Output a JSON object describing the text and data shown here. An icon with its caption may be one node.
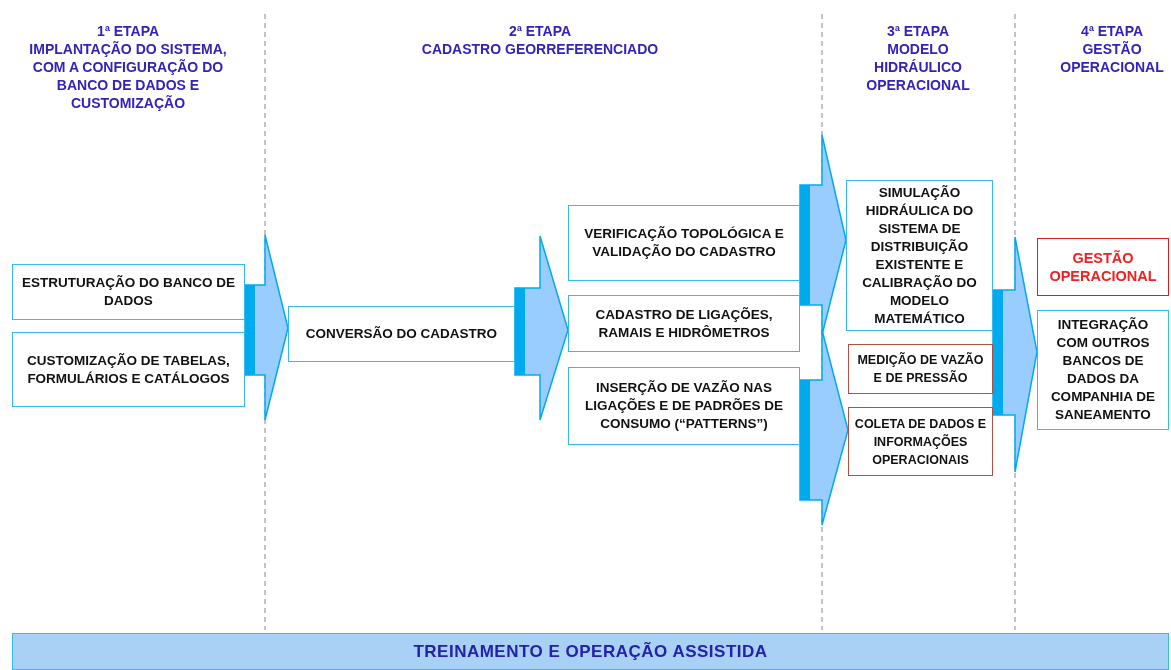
{
  "diagram": {
    "nodes": [
      {
        "text": [
          "ESTRUTURAÇÃO DO BANCO DE DADOS"
        ]
      },
      {
        "text": [
          "CUSTOMIZAÇÃO DE TABELAS, FORMULÁRIOS E CATÁLOGOS"
        ]
      },
      {
        "text": [
          "CONVERSÃO DO CADASTRO"
        ]
      },
      {
        "text": [
          "VERIFICAÇÃO TOPOLÓGICA E VALIDAÇÃO DO CADASTRO"
        ]
      },
      {
        "text": [
          "CADASTRO DE LIGAÇÕES, RAMAIS E HIDRÔMETROS"
        ]
      },
      {
        "text": [
          "INSERÇÃO DE VAZÃO NAS LIGAÇÕES E DE PADRÕES DE CONSUMO (“PATTERNS”)"
        ]
      },
      {
        "text": [
          "SIMULAÇÃO HIDRÁULICA DO SISTEMA DE DISTRIBUIÇÃO EXISTENTE E CALIBRAÇÃO DO MODELO MATEMÁTICO"
        ]
      },
      {
        "text": [
          "MEDIÇÃO DE VAZÃO E DE PRESSÃO"
        ]
      },
      {
        "text": [
          "COLETA DE DADOS E INFORMAÇÕES OPERACIONAIS"
        ]
      },
      {
        "text": [
          "GESTÃO OPERACIONAL"
        ]
      },
      {
        "text": [
          "INTEGRAÇÃO COM OUTROS BANCOS DE DADOS DA COMPANHIA DE SANEAMENTO"
        ]
      },
      {
        "text": [
          "TREINAMENTO E OPERAÇÃO ASSISTIDA"
        ]
      }
    ],
    "edges": [
      {
        "from": 0,
        "to": 2,
        "arrow": "to"
      },
      {
        "from": 1,
        "to": 2,
        "arrow": "to"
      },
      {
        "from": 2,
        "to": 3,
        "arrow": "to"
      },
      {
        "from": 2,
        "to": 4,
        "arrow": "to"
      },
      {
        "from": 2,
        "to": 5,
        "arrow": "to"
      },
      {
        "from": 3,
        "to": 6,
        "arrow": "to"
      },
      {
        "from": 4,
        "to": 6,
        "arrow": "to"
      },
      {
        "from": 5,
        "to": 7,
        "arrow": "to"
      },
      {
        "from": 5,
        "to": 8,
        "arrow": "to"
      },
      {
        "from": 6,
        "to": 9,
        "arrow": "to"
      },
      {
        "from": 6,
        "to": 10,
        "arrow": "to"
      },
      {
        "from": 7,
        "to": 9,
        "arrow": "to"
      },
      {
        "from": 7,
        "to": 10,
        "arrow": "to"
      },
      {
        "from": 8,
        "to": 9,
        "arrow": "to"
      },
      {
        "from": 8,
        "to": 10,
        "arrow": "to"
      }
    ],
    "labels": [
      "1ª ETAPA",
      "IMPLANTAÇÃO DO SISTEMA, COM A CONFIGURAÇÃO DO BANCO DE DADOS E CUSTOMIZAÇÃO",
      "2ª ETAPA",
      "CADASTRO GEORREFERENCIADO",
      "3ª ETAPA",
      "MODELO HIDRÁULICO OPERACIONAL",
      "4ª ETAPA",
      "GESTÃO OPERACIONAL"
    ]
  }
}
